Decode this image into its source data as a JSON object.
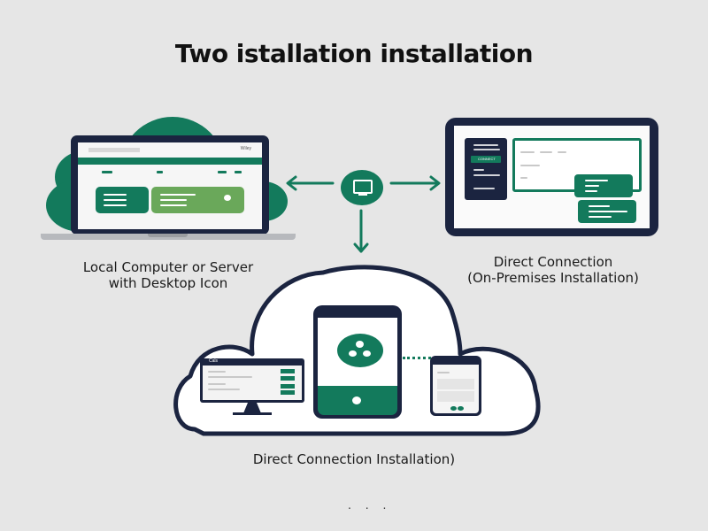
{
  "title": "Two istallation installation",
  "colors": {
    "accent_green": "#137a5c",
    "light_green": "#6aa85a",
    "navy": "#1b2440",
    "background": "#e6e6e6"
  },
  "nodes": {
    "laptop": {
      "label_line1": "Local Computer or Server",
      "label_line2": "with Desktop Icon",
      "icon": "laptop-icon",
      "header_text": "Wiley"
    },
    "center_hub": {
      "icon": "monitor-icon"
    },
    "tablet": {
      "label_line1": "Direct Connection",
      "label_line2": "(On-Premises Installation)",
      "icon": "tablet-icon",
      "sidebar_button": "CONNECT"
    },
    "cloud": {
      "label": "Direct Connection Installation)",
      "icon": "cloud-icon",
      "devices": [
        "desktop-monitor",
        "smartphone",
        "small-phone"
      ],
      "monitor_header_text": "Cals"
    }
  },
  "connections": [
    {
      "from": "center_hub",
      "to": "laptop",
      "direction": "left"
    },
    {
      "from": "center_hub",
      "to": "tablet",
      "direction": "right"
    },
    {
      "from": "center_hub",
      "to": "cloud",
      "direction": "down"
    },
    {
      "from": "smartphone",
      "to": "small-phone",
      "style": "dotted"
    }
  ],
  "footer_ellipsis": ". . ."
}
